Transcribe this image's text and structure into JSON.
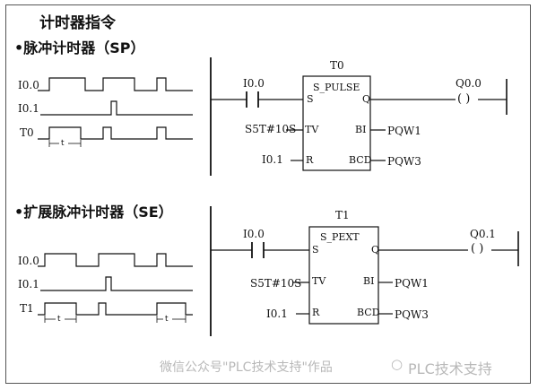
{
  "title": "计时器指令",
  "sections": [
    {
      "heading": "•脉冲计时器（SP）",
      "timing": {
        "row1": "I0.0",
        "row2": "I0.1",
        "row3": "T0",
        "t_label": "t"
      },
      "ladder": {
        "contact": "I0.0",
        "block_title": "T0",
        "block_name": "S_PULSE",
        "pin_s": "S",
        "pin_q": "Q",
        "pin_tv": "TV",
        "pin_bi": "BI",
        "pin_r": "R",
        "pin_bcd": "BCD",
        "tv_value": "S5T#10S",
        "bi_out": "PQW1",
        "r_in": "I0.1",
        "bcd_out": "PQW3",
        "coil": "Q0.0",
        "coil_symbol": "( )"
      }
    },
    {
      "heading": "•扩展脉冲计时器（SE）",
      "timing": {
        "row1": "I0.0",
        "row2": "I0.1",
        "row3": "T1",
        "t_label": "t"
      },
      "ladder": {
        "contact": "I0.0",
        "block_title": "T1",
        "block_name": "S_PEXT",
        "pin_s": "S",
        "pin_q": "Q",
        "pin_tv": "TV",
        "pin_bi": "BI",
        "pin_r": "R",
        "pin_bcd": "BCD",
        "tv_value": "S5T#10S",
        "bi_out": "PQW1",
        "r_in": "I0.1",
        "bcd_out": "PQW3",
        "coil": "Q0.1",
        "coil_symbol": "( )"
      }
    }
  ],
  "watermark": "微信公众号\"PLC技术支持\"作品",
  "watermark_logo": "PLC技术支持",
  "colors": {
    "line": "#111111",
    "border": "#555555",
    "watermark": "#b8b8b8"
  }
}
